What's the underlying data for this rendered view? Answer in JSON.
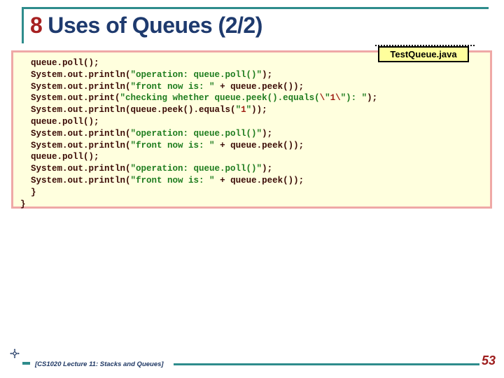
{
  "slide": {
    "title": {
      "number": "8",
      "text": "Uses of Queues (2/2)"
    },
    "code_label": "TestQueue.java",
    "code": {
      "lines": [
        [
          [
            "p",
            "  queue.poll();"
          ]
        ],
        [
          [
            "p",
            "  System.out.println("
          ],
          [
            "s",
            "\"operation: queue.poll()\""
          ],
          [
            "p",
            ");"
          ]
        ],
        [
          [
            "p",
            "  System.out.println("
          ],
          [
            "s",
            "\"front now is: \""
          ],
          [
            "p",
            " + queue.peek());"
          ]
        ],
        [
          [
            "p",
            "  System.out.print("
          ],
          [
            "s",
            "\"checking whether queue.peek().equals("
          ],
          [
            "e",
            "\\"
          ],
          [
            "s",
            "\""
          ],
          [
            "e",
            "1"
          ],
          [
            "e",
            "\\"
          ],
          [
            "s",
            "\"): \""
          ],
          [
            "p",
            ");"
          ]
        ],
        [
          [
            "p",
            "  System.out.println(queue.peek().equals("
          ],
          [
            "s",
            "\""
          ],
          [
            "e",
            "1"
          ],
          [
            "s",
            "\""
          ],
          [
            "p",
            "));"
          ]
        ],
        [
          [
            "p",
            "  queue.poll();"
          ]
        ],
        [
          [
            "p",
            "  System.out.println("
          ],
          [
            "s",
            "\"operation: queue.poll()\""
          ],
          [
            "p",
            ");"
          ]
        ],
        [
          [
            "p",
            "  System.out.println("
          ],
          [
            "s",
            "\"front now is: \""
          ],
          [
            "p",
            " + queue.peek());"
          ]
        ],
        [
          [
            "p",
            "  queue.poll();"
          ]
        ],
        [
          [
            "p",
            "  System.out.println("
          ],
          [
            "s",
            "\"operation: queue.poll()\""
          ],
          [
            "p",
            ");"
          ]
        ],
        [
          [
            "p",
            "  System.out.println("
          ],
          [
            "s",
            "\"front now is: \""
          ],
          [
            "p",
            " + queue.peek());"
          ]
        ],
        [
          [
            "p",
            "  }"
          ]
        ],
        [
          [
            "p",
            "}"
          ]
        ]
      ]
    },
    "footer": {
      "course": "[CS1020 Lecture 11: Stacks and Queues]",
      "page": "53"
    }
  },
  "colors": {
    "accent_teal": "#2E8C8C",
    "title_navy": "#1E3A6E",
    "title_number_red": "#A62021",
    "code_box_bg": "#FFFFDE",
    "code_box_border": "#EFA8A6",
    "code_plain": "#3A0A05",
    "code_string_green": "#1E7C1E",
    "code_escape_red": "#A02015",
    "label_bg": "#FFFF9C",
    "footer_navy": "#1F3864",
    "page_number_red": "#9E1C1C"
  }
}
